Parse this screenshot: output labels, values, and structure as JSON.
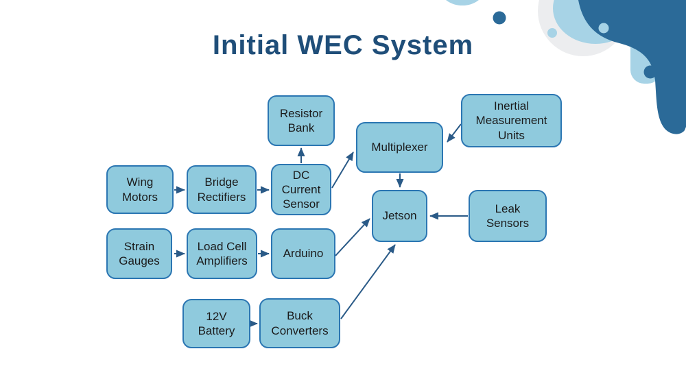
{
  "slide": {
    "title": "Initial WEC System"
  },
  "colors": {
    "title_text": "#1F4E79",
    "node_fill": "#8FCADD",
    "node_border": "#2B76B2",
    "node_text": "#1B1B1B",
    "arrow": "#2A5A87",
    "decor_dark_blue": "#2B6A98",
    "decor_light_blue": "#A7D3E6",
    "decor_gray": "#ECEDEF",
    "background": "#FFFFFF"
  },
  "diagram": {
    "nodes": [
      {
        "id": "resistor-bank",
        "label": "Resistor Bank"
      },
      {
        "id": "inertial-measurement-units",
        "label": "Inertial Measurement Units"
      },
      {
        "id": "multiplexer",
        "label": "Multiplexer"
      },
      {
        "id": "wing-motors",
        "label": "Wing Motors"
      },
      {
        "id": "bridge-rectifiers",
        "label": "Bridge Rectifiers"
      },
      {
        "id": "dc-current-sensor",
        "label": "DC Current Sensor"
      },
      {
        "id": "jetson",
        "label": "Jetson"
      },
      {
        "id": "leak-sensors",
        "label": "Leak Sensors"
      },
      {
        "id": "strain-gauges",
        "label": "Strain Gauges"
      },
      {
        "id": "load-cell-amplifiers",
        "label": "Load Cell Amplifiers"
      },
      {
        "id": "arduino",
        "label": "Arduino"
      },
      {
        "id": "12v-battery",
        "label": "12V Battery"
      },
      {
        "id": "buck-converters",
        "label": "Buck Converters"
      }
    ],
    "edges": [
      {
        "from": "wing-motors",
        "to": "bridge-rectifiers"
      },
      {
        "from": "bridge-rectifiers",
        "to": "dc-current-sensor"
      },
      {
        "from": "dc-current-sensor",
        "to": "resistor-bank"
      },
      {
        "from": "dc-current-sensor",
        "to": "multiplexer"
      },
      {
        "from": "inertial-measurement-units",
        "to": "multiplexer"
      },
      {
        "from": "multiplexer",
        "to": "jetson"
      },
      {
        "from": "leak-sensors",
        "to": "jetson"
      },
      {
        "from": "arduino",
        "to": "jetson"
      },
      {
        "from": "buck-converters",
        "to": "jetson"
      },
      {
        "from": "strain-gauges",
        "to": "load-cell-amplifiers"
      },
      {
        "from": "load-cell-amplifiers",
        "to": "arduino"
      },
      {
        "from": "12v-battery",
        "to": "buck-converters"
      }
    ]
  }
}
